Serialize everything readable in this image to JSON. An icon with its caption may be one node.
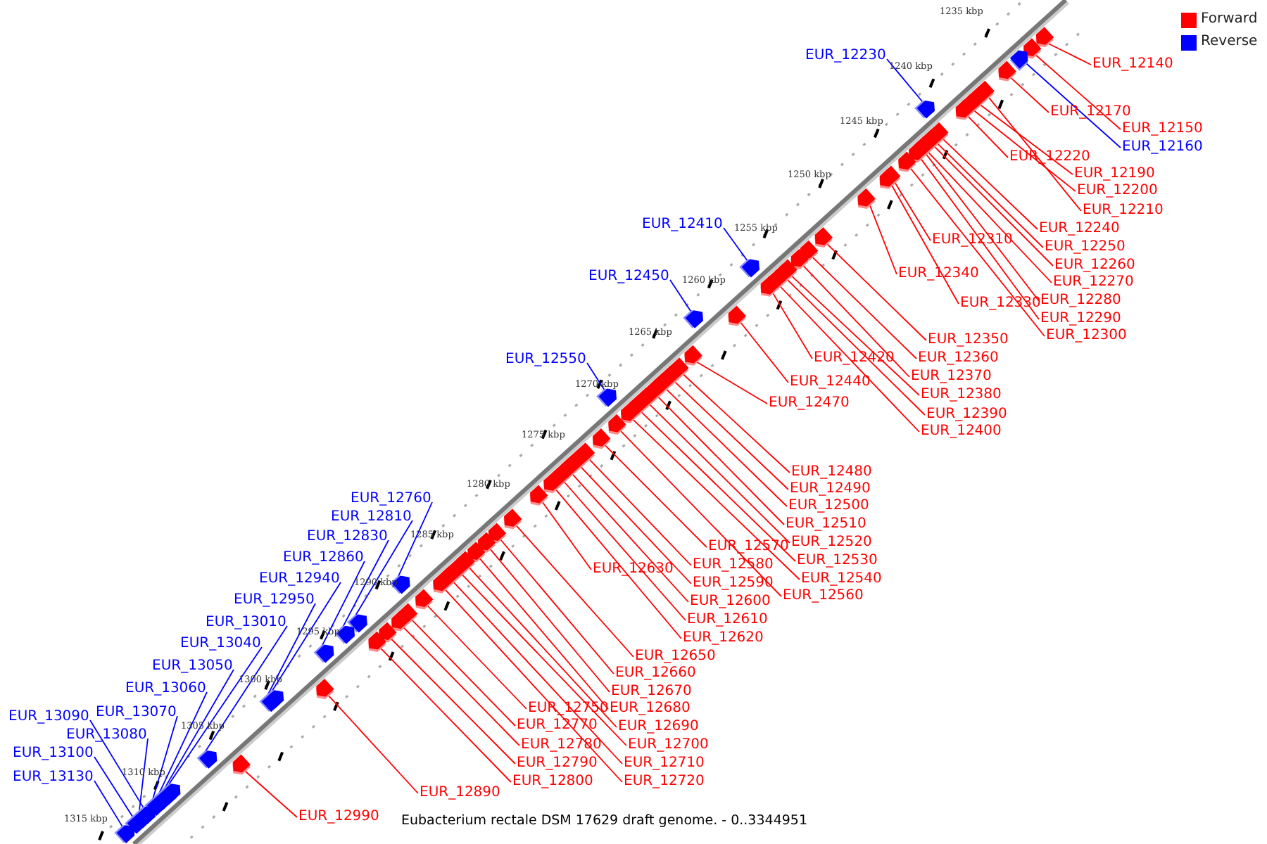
{
  "diagram": {
    "caption": "Eubacterium rectale DSM 17629 draft genome. - 0..3344951",
    "nodes": [
      {
        "text": [
          "EUR_12230"
        ]
      },
      {
        "text": [
          "EUR_12140"
        ]
      },
      {
        "text": [
          "EUR_12170"
        ]
      },
      {
        "text": [
          "EUR_12150"
        ]
      },
      {
        "text": [
          "EUR_12160"
        ]
      },
      {
        "text": [
          "EUR_12220"
        ]
      },
      {
        "text": [
          "EUR_12190"
        ]
      },
      {
        "text": [
          "EUR_12200"
        ]
      },
      {
        "text": [
          "EUR_12210"
        ]
      },
      {
        "text": [
          "EUR_12410"
        ]
      },
      {
        "text": [
          "EUR_12240"
        ]
      },
      {
        "text": [
          "EUR_12310"
        ]
      },
      {
        "text": [
          "EUR_12250"
        ]
      },
      {
        "text": [
          "EUR_12260"
        ]
      },
      {
        "text": [
          "EUR_12340"
        ]
      },
      {
        "text": [
          "EUR_12450"
        ]
      },
      {
        "text": [
          "EUR_12270"
        ]
      },
      {
        "text": [
          "EUR_12280"
        ]
      },
      {
        "text": [
          "EUR_12330"
        ]
      },
      {
        "text": [
          "EUR_12290"
        ]
      },
      {
        "text": [
          "EUR_12300"
        ]
      },
      {
        "text": [
          "EUR_12350"
        ]
      },
      {
        "text": [
          "EUR_12360"
        ]
      },
      {
        "text": [
          "EUR_12420"
        ]
      },
      {
        "text": [
          "EUR_12550"
        ]
      },
      {
        "text": [
          "EUR_12370"
        ]
      },
      {
        "text": [
          "EUR_12440"
        ]
      },
      {
        "text": [
          "EUR_12380"
        ]
      },
      {
        "text": [
          "EUR_12470"
        ]
      },
      {
        "text": [
          "EUR_12390"
        ]
      },
      {
        "text": [
          "EUR_12400"
        ]
      },
      {
        "text": [
          "EUR_12480"
        ]
      },
      {
        "text": [
          "EUR_12490"
        ]
      },
      {
        "text": [
          "EUR_12760"
        ]
      },
      {
        "text": [
          "EUR_12500"
        ]
      },
      {
        "text": [
          "EUR_12810"
        ]
      },
      {
        "text": [
          "EUR_12510"
        ]
      },
      {
        "text": [
          "EUR_12830"
        ]
      },
      {
        "text": [
          "EUR_12520"
        ]
      },
      {
        "text": [
          "EUR_12570"
        ]
      },
      {
        "text": [
          "EUR_12860"
        ]
      },
      {
        "text": [
          "EUR_12530"
        ]
      },
      {
        "text": [
          "EUR_12580"
        ]
      },
      {
        "text": [
          "EUR_12630"
        ]
      },
      {
        "text": [
          "EUR_12540"
        ]
      },
      {
        "text": [
          "EUR_12940"
        ]
      },
      {
        "text": [
          "EUR_12590"
        ]
      },
      {
        "text": [
          "EUR_12560"
        ]
      },
      {
        "text": [
          "EUR_12950"
        ]
      },
      {
        "text": [
          "EUR_12600"
        ]
      },
      {
        "text": [
          "EUR_12610"
        ]
      },
      {
        "text": [
          "EUR_13010"
        ]
      },
      {
        "text": [
          "EUR_12620"
        ]
      },
      {
        "text": [
          "EUR_13040"
        ]
      },
      {
        "text": [
          "EUR_12650"
        ]
      },
      {
        "text": [
          "EUR_13050"
        ]
      },
      {
        "text": [
          "EUR_12660"
        ]
      },
      {
        "text": [
          "EUR_13060"
        ]
      },
      {
        "text": [
          "EUR_12670"
        ]
      },
      {
        "text": [
          "EUR_12680"
        ]
      },
      {
        "text": [
          "EUR_12750"
        ]
      },
      {
        "text": [
          "EUR_13070"
        ]
      },
      {
        "text": [
          "EUR_13090"
        ]
      },
      {
        "text": [
          "EUR_12690"
        ]
      },
      {
        "text": [
          "EUR_12770"
        ]
      },
      {
        "text": [
          "EUR_13080"
        ]
      },
      {
        "text": [
          "EUR_12700"
        ]
      },
      {
        "text": [
          "EUR_12780"
        ]
      },
      {
        "text": [
          "EUR_13100"
        ]
      },
      {
        "text": [
          "EUR_12710"
        ]
      },
      {
        "text": [
          "EUR_12790"
        ]
      },
      {
        "text": [
          "EUR_13130"
        ]
      },
      {
        "text": [
          "EUR_12720"
        ]
      },
      {
        "text": [
          "EUR_12800"
        ]
      },
      {
        "text": [
          "EUR_12890"
        ]
      },
      {
        "text": [
          "EUR_12990"
        ]
      },
      {
        "text": [],
        "shape": "arrow"
      },
      {
        "text": [],
        "shape": "arrow"
      },
      {
        "text": [],
        "shape": "arrow"
      },
      {
        "text": [],
        "shape": "arrow"
      },
      {
        "text": [],
        "shape": "arrow"
      },
      {
        "text": [],
        "shape": "arrow"
      },
      {
        "text": [],
        "shape": "arrow"
      },
      {
        "text": [],
        "shape": "arrow"
      },
      {
        "text": [],
        "shape": "arrow"
      },
      {
        "text": [],
        "shape": "arrow"
      },
      {
        "text": [],
        "shape": "arrow"
      },
      {
        "text": [],
        "shape": "arrow"
      },
      {
        "text": [],
        "shape": "arrow"
      },
      {
        "text": [],
        "shape": "arrow"
      },
      {
        "text": [],
        "shape": "arrow"
      },
      {
        "text": [],
        "shape": "arrow"
      },
      {
        "text": [],
        "shape": "arrow"
      },
      {
        "text": [],
        "shape": "arrow"
      },
      {
        "text": [],
        "shape": "arrow"
      },
      {
        "text": [],
        "shape": "arrow"
      },
      {
        "text": [],
        "shape": "arrow"
      },
      {
        "text": [],
        "shape": "arrow"
      },
      {
        "text": [],
        "shape": "arrow"
      },
      {
        "text": [],
        "shape": "arrow"
      },
      {
        "text": [],
        "shape": "arrow"
      },
      {
        "text": [],
        "shape": "arrow"
      },
      {
        "text": [],
        "shape": "arrow"
      },
      {
        "text": [],
        "shape": "arrow"
      },
      {
        "text": [],
        "shape": "arrow"
      },
      {
        "text": [],
        "shape": "arrow"
      },
      {
        "text": [],
        "shape": "arrow"
      },
      {
        "text": [],
        "shape": "arrow"
      },
      {
        "text": [],
        "shape": "arrow"
      },
      {
        "text": [],
        "shape": "arrow"
      },
      {
        "text": [],
        "shape": "arrow"
      },
      {
        "text": [],
        "shape": "arrow"
      },
      {
        "text": [],
        "shape": "arrow"
      },
      {
        "text": [],
        "shape": "arrow"
      },
      {
        "text": [],
        "shape": "arrow"
      },
      {
        "text": [],
        "shape": "arrow"
      },
      {
        "text": [],
        "shape": "arrow"
      },
      {
        "text": [],
        "shape": "arrow"
      },
      {
        "text": [],
        "shape": "arrow"
      },
      {
        "text": [],
        "shape": "arrow"
      },
      {
        "text": [],
        "shape": "arrow"
      },
      {
        "text": [],
        "shape": "arrow"
      },
      {
        "text": [],
        "shape": "arrow"
      },
      {
        "text": [],
        "shape": "arrow"
      },
      {
        "text": [],
        "shape": "arrow"
      },
      {
        "text": [],
        "shape": "arrow"
      },
      {
        "text": [],
        "shape": "arrow"
      },
      {
        "text": [],
        "shape": "arrow"
      },
      {
        "text": [],
        "shape": "arrow"
      },
      {
        "text": [],
        "shape": "arrow"
      },
      {
        "text": [],
        "shape": "arrow"
      },
      {
        "text": [],
        "shape": "arrow"
      },
      {
        "text": [],
        "shape": "arrow"
      },
      {
        "text": [],
        "shape": "arrow"
      },
      {
        "text": [],
        "shape": "arrow"
      },
      {
        "text": [],
        "shape": "arrow"
      },
      {
        "text": [],
        "shape": "arrow"
      },
      {
        "text": [],
        "shape": "arrow"
      },
      {
        "text": [],
        "shape": "arrow"
      },
      {
        "text": [],
        "shape": "arrow"
      },
      {
        "text": [],
        "shape": "arrow"
      },
      {
        "text": [],
        "shape": "arrow"
      },
      {
        "text": [],
        "shape": "arrow"
      },
      {
        "text": [],
        "shape": "arrow"
      },
      {
        "text": [],
        "shape": "arrow"
      },
      {
        "text": [],
        "shape": "arrow"
      },
      {
        "text": [],
        "shape": "arrow"
      },
      {
        "text": [],
        "shape": "arrow"
      },
      {
        "text": [],
        "shape": "arrow"
      },
      {
        "text": [],
        "shape": "arrow"
      },
      {
        "text": [],
        "shape": "arrow"
      },
      {
        "text": [],
        "shape": "arrow"
      }
    ],
    "edges": [
      {
        "from": 0,
        "to": 84,
        "arrow": "none",
        "color": "#0000ff"
      },
      {
        "from": 1,
        "to": 76,
        "arrow": "none"
      },
      {
        "from": 2,
        "to": 79,
        "arrow": "none"
      },
      {
        "from": 3,
        "to": 77,
        "arrow": "none"
      },
      {
        "from": 4,
        "to": 78,
        "arrow": "none",
        "color": "#0000ff"
      },
      {
        "from": 5,
        "to": 83,
        "arrow": "none"
      },
      {
        "from": 6,
        "to": 81,
        "arrow": "none"
      },
      {
        "from": 7,
        "to": 82,
        "arrow": "none"
      },
      {
        "from": 8,
        "to": 80,
        "arrow": "none"
      },
      {
        "from": 9,
        "to": 101,
        "arrow": "none",
        "color": "#0000ff"
      },
      {
        "from": 10,
        "to": 85,
        "arrow": "none"
      },
      {
        "from": 11,
        "to": 92,
        "arrow": "none"
      },
      {
        "from": 12,
        "to": 86,
        "arrow": "none"
      },
      {
        "from": 13,
        "to": 87,
        "arrow": "none"
      },
      {
        "from": 14,
        "to": 94,
        "arrow": "none"
      },
      {
        "from": 15,
        "to": 104,
        "arrow": "none",
        "color": "#0000ff"
      },
      {
        "from": 16,
        "to": 88,
        "arrow": "none"
      },
      {
        "from": 17,
        "to": 89,
        "arrow": "none"
      },
      {
        "from": 18,
        "to": 93,
        "arrow": "none"
      },
      {
        "from": 19,
        "to": 90,
        "arrow": "none"
      },
      {
        "from": 20,
        "to": 91,
        "arrow": "none"
      },
      {
        "from": 21,
        "to": 95,
        "arrow": "none"
      },
      {
        "from": 22,
        "to": 96,
        "arrow": "none"
      },
      {
        "from": 23,
        "to": 102,
        "arrow": "none"
      },
      {
        "from": 24,
        "to": 113,
        "arrow": "none",
        "color": "#0000ff"
      },
      {
        "from": 25,
        "to": 97,
        "arrow": "none"
      },
      {
        "from": 26,
        "to": 103,
        "arrow": "none"
      },
      {
        "from": 27,
        "to": 98,
        "arrow": "none"
      },
      {
        "from": 28,
        "to": 105,
        "arrow": "none"
      },
      {
        "from": 29,
        "to": 99,
        "arrow": "none"
      },
      {
        "from": 30,
        "to": 100,
        "arrow": "none"
      },
      {
        "from": 31,
        "to": 106,
        "arrow": "none"
      },
      {
        "from": 32,
        "to": 107,
        "arrow": "none"
      },
      {
        "from": 33,
        "to": 131,
        "arrow": "none",
        "color": "#0000ff"
      },
      {
        "from": 34,
        "to": 108,
        "arrow": "none"
      },
      {
        "from": 35,
        "to": 135,
        "arrow": "none",
        "color": "#0000ff"
      },
      {
        "from": 36,
        "to": 109,
        "arrow": "none"
      },
      {
        "from": 37,
        "to": 137,
        "arrow": "none",
        "color": "#0000ff"
      },
      {
        "from": 38,
        "to": 110,
        "arrow": "none"
      },
      {
        "from": 39,
        "to": 115,
        "arrow": "none"
      },
      {
        "from": 40,
        "to": 138,
        "arrow": "none",
        "color": "#0000ff"
      },
      {
        "from": 41,
        "to": 111,
        "arrow": "none"
      },
      {
        "from": 42,
        "to": 116,
        "arrow": "none"
      },
      {
        "from": 43,
        "to": 121,
        "arrow": "none"
      },
      {
        "from": 44,
        "to": 112,
        "arrow": "none"
      },
      {
        "from": 45,
        "to": 140,
        "arrow": "none",
        "color": "#0000ff"
      },
      {
        "from": 46,
        "to": 117,
        "arrow": "none"
      },
      {
        "from": 47,
        "to": 114,
        "arrow": "none"
      },
      {
        "from": 48,
        "to": 141,
        "arrow": "none",
        "color": "#0000ff"
      },
      {
        "from": 49,
        "to": 118,
        "arrow": "none"
      },
      {
        "from": 50,
        "to": 119,
        "arrow": "none"
      },
      {
        "from": 51,
        "to": 143,
        "arrow": "none",
        "color": "#0000ff"
      },
      {
        "from": 52,
        "to": 120,
        "arrow": "none"
      },
      {
        "from": 53,
        "to": 144,
        "arrow": "none",
        "color": "#0000ff"
      },
      {
        "from": 54,
        "to": 122,
        "arrow": "none"
      },
      {
        "from": 55,
        "to": 145,
        "arrow": "none",
        "color": "#0000ff"
      },
      {
        "from": 56,
        "to": 123,
        "arrow": "none"
      },
      {
        "from": 57,
        "to": 146,
        "arrow": "none",
        "color": "#0000ff"
      },
      {
        "from": 58,
        "to": 124,
        "arrow": "none"
      },
      {
        "from": 59,
        "to": 125,
        "arrow": "none"
      },
      {
        "from": 60,
        "to": 130,
        "arrow": "none"
      },
      {
        "from": 61,
        "to": 147,
        "arrow": "none",
        "color": "#0000ff"
      },
      {
        "from": 62,
        "to": 148,
        "arrow": "none",
        "color": "#0000ff"
      },
      {
        "from": 63,
        "to": 126,
        "arrow": "none"
      },
      {
        "from": 64,
        "to": 132,
        "arrow": "none"
      },
      {
        "from": 65,
        "to": 149,
        "arrow": "none",
        "color": "#0000ff"
      },
      {
        "from": 66,
        "to": 127,
        "arrow": "none"
      },
      {
        "from": 67,
        "to": 133,
        "arrow": "none"
      },
      {
        "from": 68,
        "to": 150,
        "arrow": "none",
        "color": "#0000ff"
      },
      {
        "from": 69,
        "to": 128,
        "arrow": "none"
      },
      {
        "from": 70,
        "to": 134,
        "arrow": "none"
      },
      {
        "from": 71,
        "to": 151,
        "arrow": "none",
        "color": "#0000ff"
      },
      {
        "from": 72,
        "to": 129,
        "arrow": "none"
      },
      {
        "from": 73,
        "to": 136,
        "arrow": "none"
      },
      {
        "from": 74,
        "to": 139,
        "arrow": "none"
      },
      {
        "from": 75,
        "to": 142,
        "arrow": "none"
      }
    ],
    "labels": [
      "1235 kbp",
      "1240 kbp",
      "1245 kbp",
      "1250 kbp",
      "1255 kbp",
      "1260 kbp",
      "1265 kbp",
      "1270 kbp",
      "1275 kbp",
      "1280 kbp",
      "1285 kbp",
      "1290 kbp",
      "1295 kbp",
      "1300 kbp",
      "1305 kbp",
      "1310 kbp",
      "1315 kbp"
    ],
    "legend": [
      {
        "text": "Forward",
        "color": "#ff0000"
      },
      {
        "text": "Reverse",
        "color": "#0000ff"
      }
    ]
  }
}
